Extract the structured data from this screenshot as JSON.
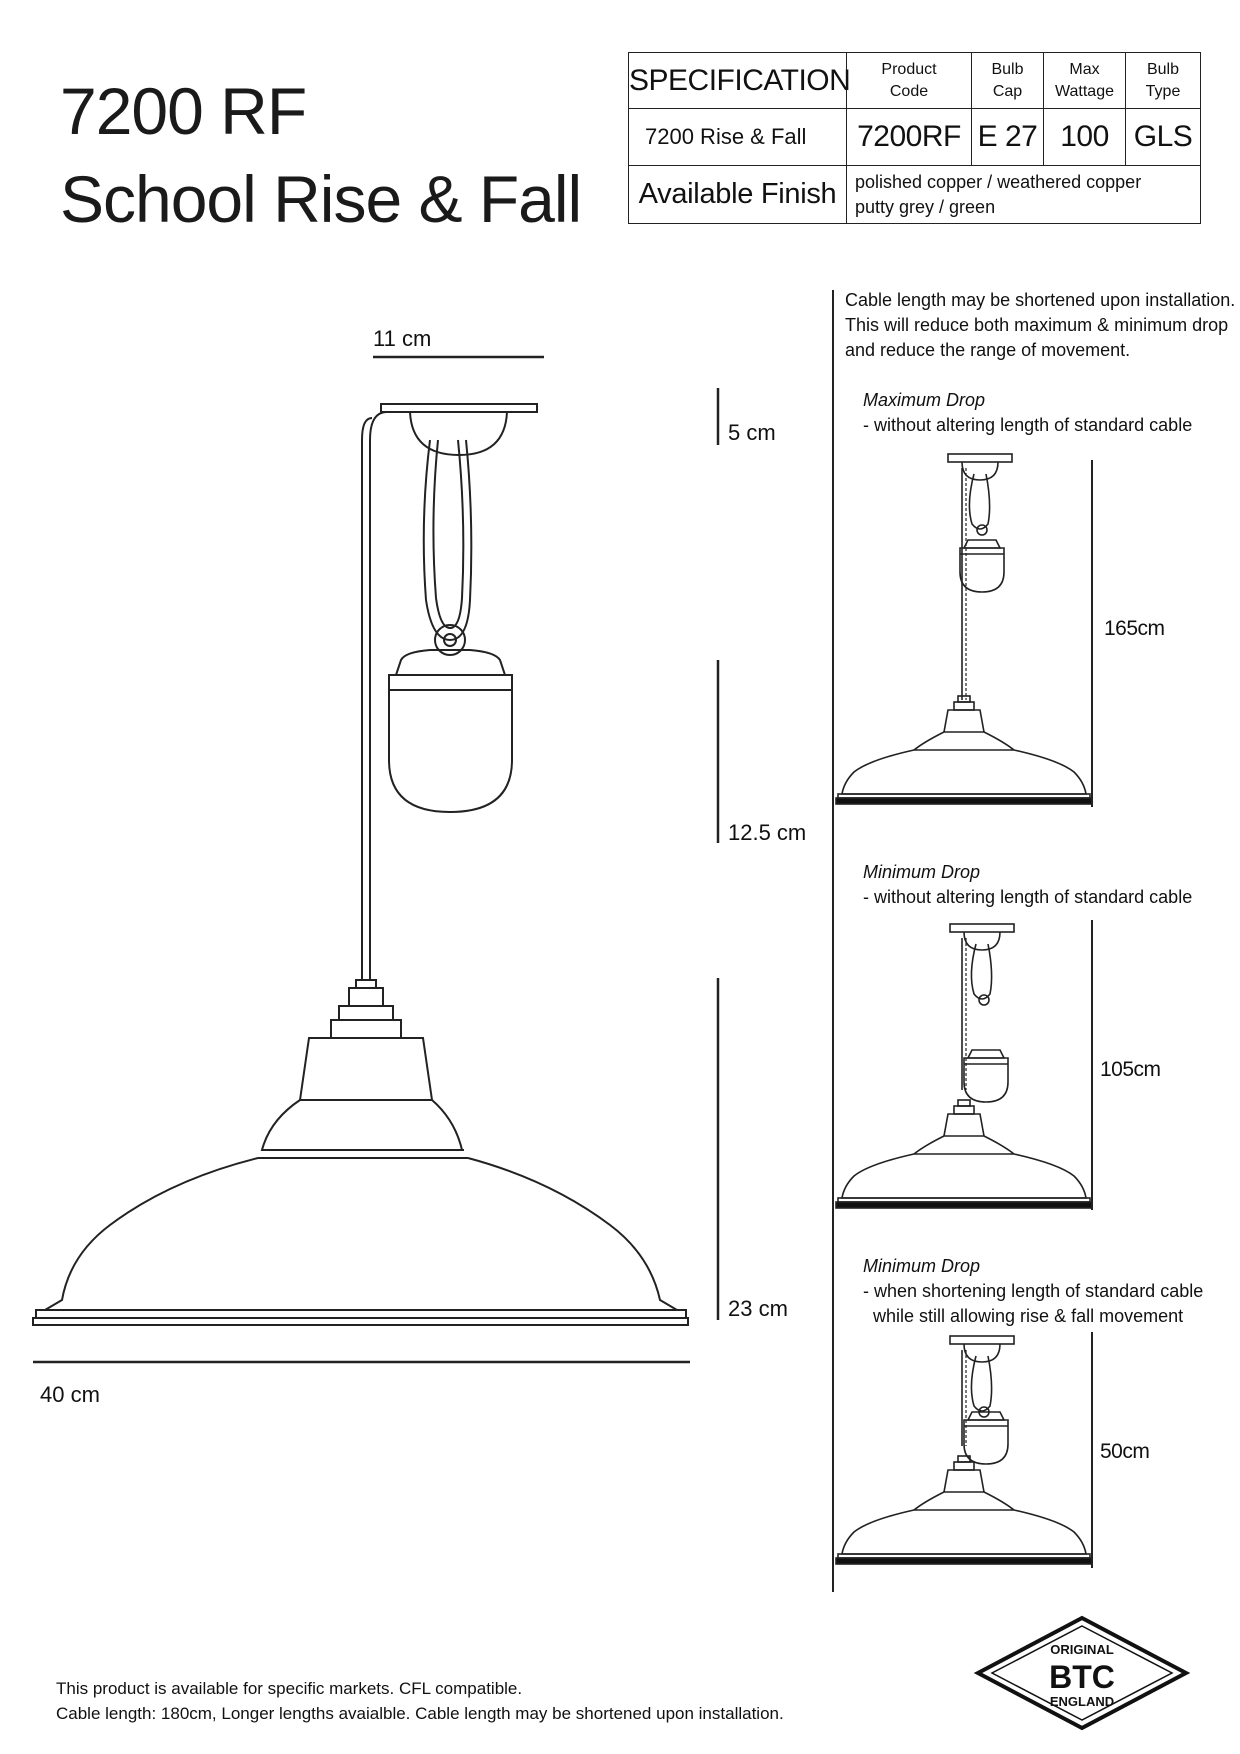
{
  "header": {
    "title_line1": "7200 RF",
    "title_line2": "School Rise & Fall"
  },
  "spec_table": {
    "heading": "SPECIFICATION",
    "columns": [
      "Product\nCode",
      "Bulb\nCap",
      "Max\nWattage",
      "Bulb\nType"
    ],
    "col_product": [
      "Product",
      "Code"
    ],
    "col_cap": [
      "Bulb",
      "Cap"
    ],
    "col_wattage": [
      "Max",
      "Wattage"
    ],
    "col_type": [
      "Bulb",
      "Type"
    ],
    "row_name": "7200 Rise & Fall",
    "row_code": "7200RF",
    "row_cap": "E 27",
    "row_wattage": "100",
    "row_type": "GLS",
    "finish_label": "Available Finish",
    "finish_line1": "polished copper / weathered copper",
    "finish_line2": "putty grey / green"
  },
  "main_drawing": {
    "dim_width_top": "11 cm",
    "dim_canopy": "5 cm",
    "dim_weight": "12.5 cm",
    "dim_shade_height": "23 cm",
    "dim_width_bottom": "40 cm"
  },
  "side_notes": {
    "intro_line1": "Cable length may be shortened upon installation.",
    "intro_line2": "This will reduce both maximum & minimum drop",
    "intro_line3": "and reduce the range of movement.",
    "max_drop_title": "Maximum Drop",
    "max_drop_desc": "- without altering length of standard cable",
    "max_drop_value": "165cm",
    "min_drop_title": "Minimum Drop",
    "min_drop_desc": "- without altering length of standard cable",
    "min_drop_value": "105cm",
    "min_drop2_title": "Minimum Drop",
    "min_drop2_desc1": "- when shortening length of standard cable",
    "min_drop2_desc2": "while still allowing rise & fall movement",
    "min_drop2_value": "50cm"
  },
  "footer": {
    "line1": "This product is available for specific markets. CFL compatible.",
    "line2": "Cable length: 180cm, Longer lengths avaialble. Cable length may be shortened upon installation."
  },
  "logo": {
    "top": "ORIGINAL",
    "middle": "BTC",
    "bottom": "ENGLAND"
  }
}
